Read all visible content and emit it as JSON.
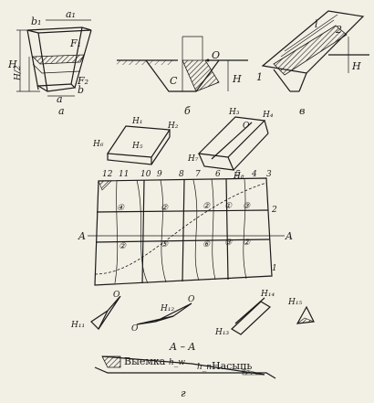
{
  "panel_a": {
    "caption": "а",
    "labels": {
      "a1": "a₁",
      "b1": "b₁",
      "F1": "F₁",
      "F2": "F₂",
      "H": "H",
      "H2": "H/2",
      "a": "a",
      "b": "b"
    }
  },
  "panel_b": {
    "caption": "б",
    "labels": {
      "C": "C",
      "O": "O",
      "H": "H"
    }
  },
  "panel_v": {
    "caption": "в",
    "labels": {
      "n1": "1",
      "n2": "2",
      "l": "l",
      "H": "H"
    }
  },
  "solids": {
    "box1": {
      "H1": "H₁",
      "H2": "H₂",
      "H6": "H₆",
      "H5": "H₅"
    },
    "box2": {
      "H3": "H₃",
      "O": "O",
      "H4": "H₄",
      "H7": "H₇",
      "H8": "H₈"
    }
  },
  "grid": {
    "top_numbers": [
      "12",
      "11",
      "10",
      "9",
      "8",
      "7",
      "6",
      "5",
      "4",
      "3"
    ],
    "right_numbers": [
      "2",
      "1"
    ],
    "cells": [
      "④",
      "②",
      "②",
      "①",
      "③",
      "②",
      "⑤",
      "⑥",
      "③",
      "②"
    ],
    "section_left": "A",
    "section_right": "A"
  },
  "pyramids": {
    "p1": {
      "H11": "H₁₁",
      "O": "O"
    },
    "p2": {
      "H12": "H₁₂",
      "O1": "O",
      "O2": "O"
    },
    "p3": {
      "H14": "H₁₄",
      "H13": "H₁₃"
    },
    "p4": {
      "H15": "H₁₅"
    }
  },
  "section": {
    "title": "A – A",
    "cut_label": "Выемка",
    "fill_label": "Насыпь",
    "hw": "h_w",
    "hn": "h_n",
    "caption": "г"
  }
}
